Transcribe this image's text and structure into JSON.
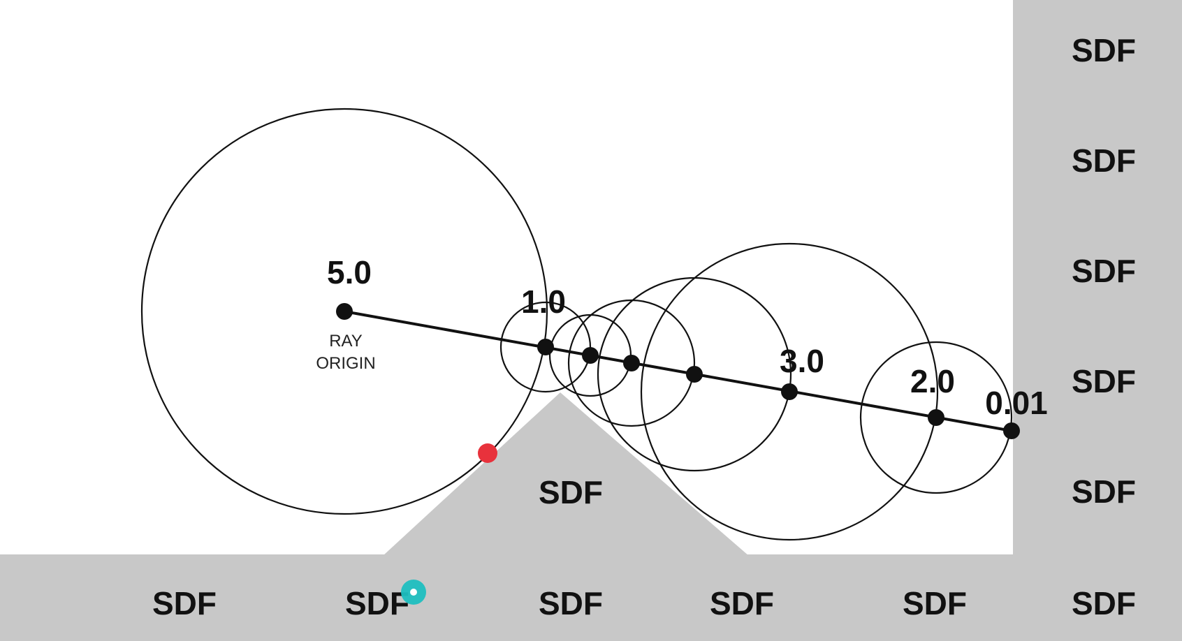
{
  "colors": {
    "background": "#ffffff",
    "sdf_region": "#c8c8c8",
    "ink": "#111111",
    "hit_marker": "#e8323c",
    "cursor": "#1fbfc0"
  },
  "sdf_labels": {
    "right_column": [
      "SDF",
      "SDF",
      "SDF",
      "SDF",
      "SDF"
    ],
    "peak": "SDF",
    "bottom_row": [
      "SDF",
      "SDF",
      "SDF",
      "SDF",
      "SDF",
      "SDF"
    ]
  },
  "ray": {
    "origin_label_line1": "RAY",
    "origin_label_line2": "ORIGIN"
  },
  "distances": [
    "5.0",
    "1.0",
    "3.0",
    "2.0",
    "0.01"
  ],
  "icons": {
    "hit_marker": "red-dot-icon",
    "cursor": "cursor-icon"
  }
}
